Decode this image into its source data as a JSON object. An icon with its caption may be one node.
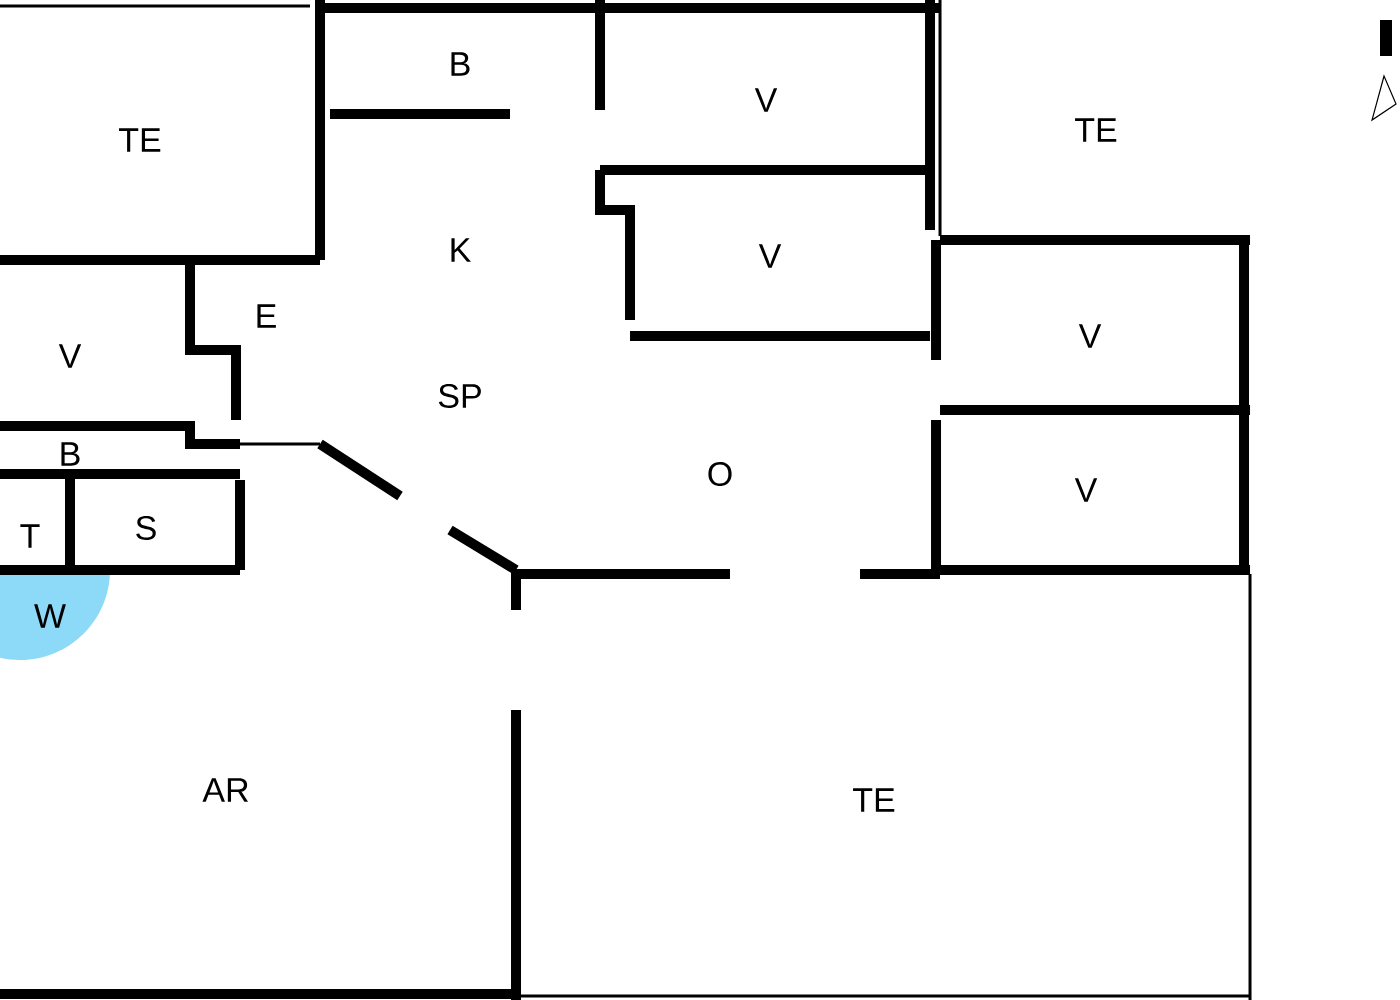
{
  "diagram": {
    "labels": [
      "TE",
      "B",
      "V",
      "TE",
      "K",
      "V",
      "E",
      "V",
      "SP",
      "V",
      "B",
      "O",
      "V",
      "T",
      "S",
      "W",
      "AR",
      "TE"
    ]
  }
}
